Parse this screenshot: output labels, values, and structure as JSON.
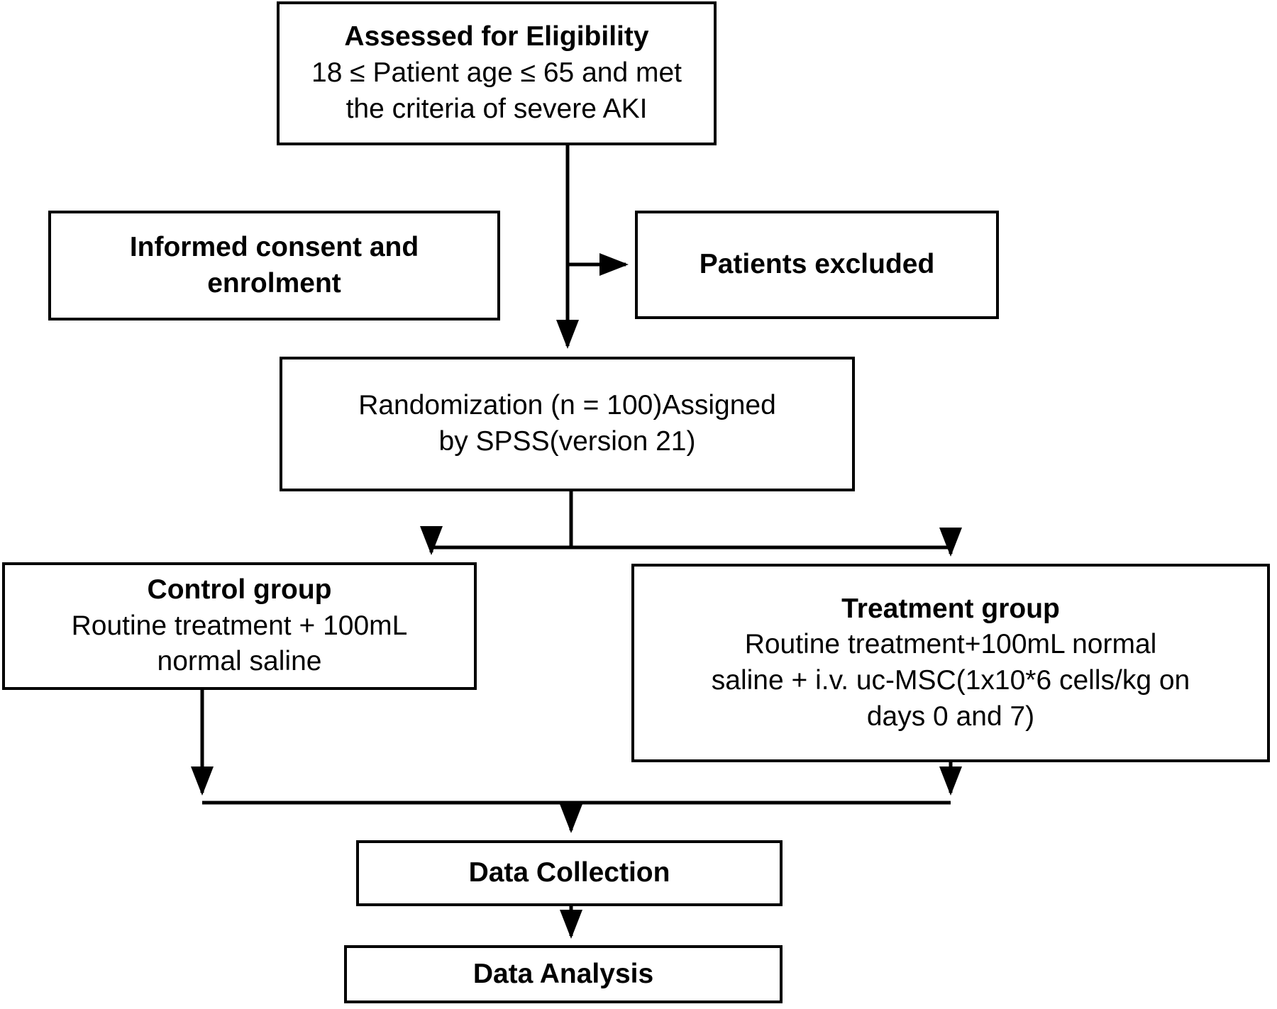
{
  "diagram": {
    "title": "Clinical trial CONSORT flow diagram",
    "type": "flowchart",
    "stroke_color": "#000000",
    "background_color": "#ffffff",
    "nodes": {
      "assessed": {
        "id": "assessed-for-eligibility",
        "lines": [
          "Assessed for Eligibility",
          "18 ≤ Patient age ≤ 65 and met",
          "the criteria of severe AKI"
        ]
      },
      "consent": {
        "id": "informed-consent-and-enrolment",
        "lines": [
          "Informed consent and",
          "enrolment"
        ]
      },
      "excluded": {
        "id": "patients-excluded",
        "lines": [
          "Patients excluded"
        ]
      },
      "randomization": {
        "id": "randomization",
        "lines": [
          "Randomization (n = 100)Assigned",
          "by SPSS(version 21)"
        ]
      },
      "control": {
        "id": "control-group",
        "lines": [
          "Control group",
          "Routine treatment + 100mL",
          "normal saline"
        ]
      },
      "treatment": {
        "id": "treatment-group",
        "lines": [
          "Treatment group",
          "Routine treatment+100mL normal",
          "saline + i.v. uc-MSC(1x10*6 cells/kg on",
          "days 0 and 7)"
        ]
      },
      "collection": {
        "id": "data-collection",
        "lines": [
          "Data Collection"
        ]
      },
      "analysis": {
        "id": "data-analysis",
        "lines": [
          "Data Analysis"
        ]
      }
    },
    "edges": [
      {
        "id": "assessed-to-randomization",
        "from": "assessed",
        "to": "randomization",
        "label": "",
        "arrow": true
      },
      {
        "id": "assessed-to-excluded",
        "from": "assessed",
        "to": "excluded",
        "label": "",
        "arrow": true
      },
      {
        "id": "randomization-to-control",
        "from": "randomization",
        "to": "control",
        "label": "",
        "arrow": true
      },
      {
        "id": "randomization-to-treatment",
        "from": "randomization",
        "to": "treatment",
        "label": "",
        "arrow": true
      },
      {
        "id": "control-to-collection",
        "from": "control",
        "to": "collection",
        "label": "",
        "arrow": true
      },
      {
        "id": "treatment-to-collection",
        "from": "treatment",
        "to": "collection",
        "label": "",
        "arrow": true
      },
      {
        "id": "collection-to-analysis",
        "from": "collection",
        "to": "analysis",
        "label": "",
        "arrow": true
      }
    ]
  }
}
